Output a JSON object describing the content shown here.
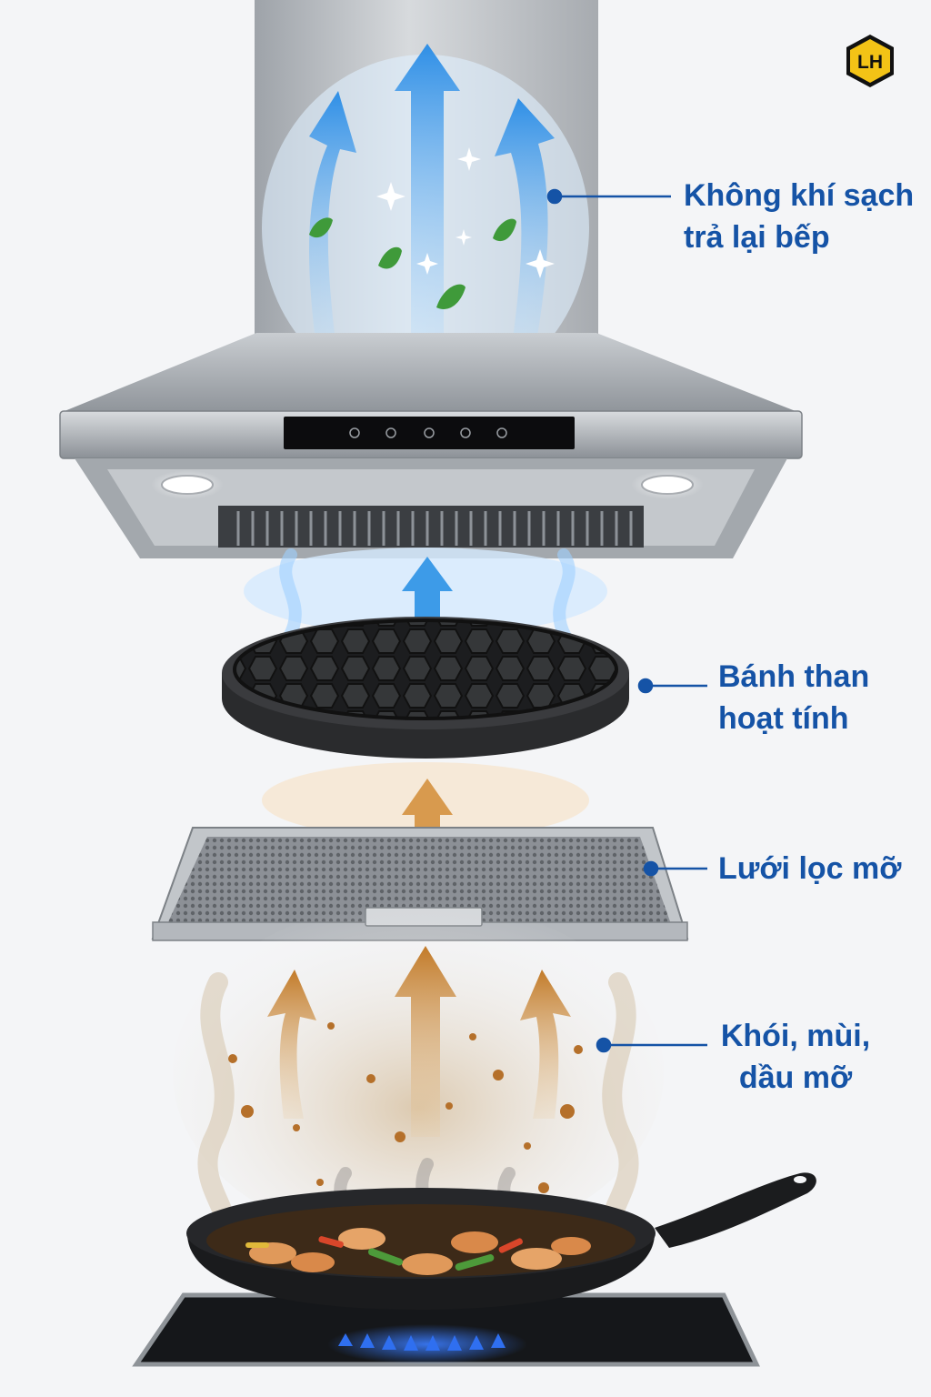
{
  "logo": {
    "text": "LH",
    "icon": "hexagon-logo-icon"
  },
  "labels": {
    "clean_air": {
      "line1": "Không khí sạch",
      "line2": "trả lại bếp"
    },
    "carbon_filter": {
      "line1": "Bánh than",
      "line2": "hoạt tính"
    },
    "grease_filter": {
      "line1": "Lưới lọc mỡ"
    },
    "smoke": {
      "line1": "Khói, mùi,",
      "line2": "dầu mỡ"
    }
  },
  "colors": {
    "label_text": "#1553a6",
    "clean_air_arrow": "#3d9be8",
    "smoke_arrow": "#c98634",
    "logo_fill": "#f3c316",
    "steel": "#b9bec4",
    "flame": "#2f6ff0"
  },
  "icons": [
    "clean-air-arrow-icon",
    "leaf-icon",
    "sparkle-icon",
    "smoke-arrow-icon",
    "oil-droplet-icon",
    "flame-icon"
  ]
}
